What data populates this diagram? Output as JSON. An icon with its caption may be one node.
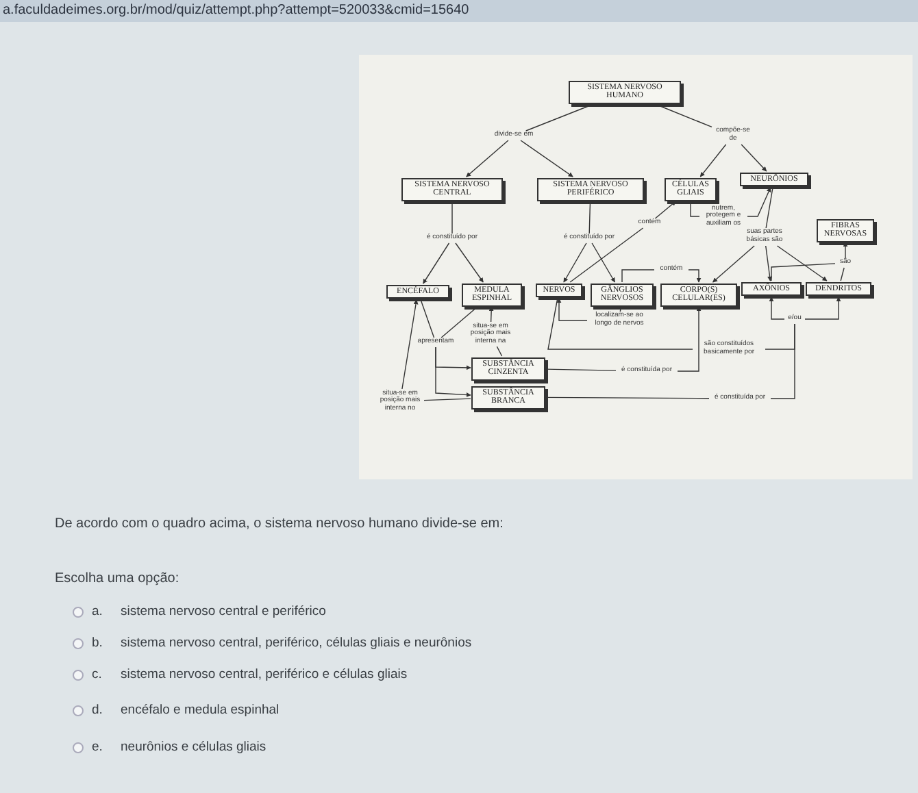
{
  "diagram": {
    "nodes": [
      {
        "text": [
          "SISTEMA NERVOSO HUMANO"
        ]
      },
      {
        "text": [
          "divide-se em"
        ]
      },
      {
        "text": [
          "compõe-se de"
        ]
      },
      {
        "text": [
          "SISTEMA NERVOSO CENTRAL"
        ]
      },
      {
        "text": [
          "SISTEMA NERVOSO PERIFÉRICO"
        ]
      },
      {
        "text": [
          "CÉLULAS GLIAIS"
        ]
      },
      {
        "text": [
          "NEURÔNIOS"
        ]
      },
      {
        "text": [
          "nutrem, protegem e auxiliam os"
        ]
      },
      {
        "text": [
          "FIBRAS NERVOSAS"
        ]
      },
      {
        "text": [
          "é constituído por"
        ]
      },
      {
        "text": [
          "é constituído por"
        ]
      },
      {
        "text": [
          "contém"
        ]
      },
      {
        "text": [
          "suas partes básicas são"
        ]
      },
      {
        "text": [
          "são"
        ]
      },
      {
        "text": [
          "ENCÉFALO"
        ]
      },
      {
        "text": [
          "MEDULA ESPINHAL"
        ]
      },
      {
        "text": [
          "NERVOS"
        ]
      },
      {
        "text": [
          "GÂNGLIOS NERVOSOS"
        ]
      },
      {
        "text": [
          "contém"
        ]
      },
      {
        "text": [
          "CORPO(S) CELULAR(ES)"
        ]
      },
      {
        "text": [
          "AXÔNIOS"
        ]
      },
      {
        "text": [
          "DENDRITOS"
        ]
      },
      {
        "text": [
          "localizam-se ao longo de nervos"
        ]
      },
      {
        "text": [
          "situa-se em posição mais interna na"
        ]
      },
      {
        "text": [
          "apresentam"
        ]
      },
      {
        "text": [
          "e/ou"
        ]
      },
      {
        "text": [
          "são constituídos basicamente por"
        ]
      },
      {
        "text": [
          "SUBSTÂNCIA CINZENTA"
        ]
      },
      {
        "text": [
          "é constituída por"
        ]
      },
      {
        "text": [
          "SUBSTÂNCIA BRANCA"
        ]
      },
      {
        "text": [
          "é constituída por"
        ]
      },
      {
        "text": [
          "situa-se em posição mais interna no"
        ]
      }
    ],
    "edges": [
      {
        "from": 0,
        "to": 1,
        "arrow": "none"
      },
      {
        "from": 1,
        "to": 3,
        "arrow": "to"
      },
      {
        "from": 1,
        "to": 4,
        "arrow": "to"
      },
      {
        "from": 0,
        "to": 2,
        "arrow": "none"
      },
      {
        "from": 2,
        "to": 5,
        "arrow": "to"
      },
      {
        "from": 2,
        "to": 6,
        "arrow": "to"
      },
      {
        "from": 5,
        "to": 7,
        "arrow": "none"
      },
      {
        "from": 7,
        "to": 6,
        "arrow": "to"
      },
      {
        "from": 3,
        "to": 9,
        "arrow": "none"
      },
      {
        "from": 9,
        "to": 14,
        "arrow": "to"
      },
      {
        "from": 9,
        "to": 15,
        "arrow": "to"
      },
      {
        "from": 4,
        "to": 10,
        "arrow": "none"
      },
      {
        "from": 10,
        "to": 16,
        "arrow": "to"
      },
      {
        "from": 10,
        "to": 17,
        "arrow": "to"
      },
      {
        "from": 16,
        "to": 11,
        "arrow": "none"
      },
      {
        "from": 11,
        "to": 5,
        "arrow": "to"
      },
      {
        "from": 6,
        "to": 12,
        "arrow": "none"
      },
      {
        "from": 12,
        "to": 19,
        "arrow": "to"
      },
      {
        "from": 12,
        "to": 20,
        "arrow": "to"
      },
      {
        "from": 12,
        "to": 21,
        "arrow": "to"
      },
      {
        "from": 20,
        "to": 13,
        "arrow": "none"
      },
      {
        "from": 21,
        "to": 13,
        "arrow": "none"
      },
      {
        "from": 13,
        "to": 8,
        "arrow": "to"
      },
      {
        "from": 17,
        "to": 18,
        "arrow": "none"
      },
      {
        "from": 18,
        "to": 19,
        "arrow": "to"
      },
      {
        "from": 17,
        "to": 22,
        "arrow": "none"
      },
      {
        "from": 22,
        "to": 16,
        "arrow": "to"
      },
      {
        "from": 27,
        "to": 23,
        "arrow": "none"
      },
      {
        "from": 23,
        "to": 15,
        "arrow": "to"
      },
      {
        "from": 14,
        "to": 24,
        "arrow": "none"
      },
      {
        "from": 15,
        "to": 24,
        "arrow": "none"
      },
      {
        "from": 24,
        "to": 27,
        "arrow": "to"
      },
      {
        "from": 24,
        "to": 29,
        "arrow": "to"
      },
      {
        "from": 25,
        "to": 20,
        "arrow": "to"
      },
      {
        "from": 25,
        "to": 21,
        "arrow": "to"
      },
      {
        "from": 16,
        "to": 26,
        "arrow": "none"
      },
      {
        "from": 26,
        "to": 25,
        "arrow": "none"
      },
      {
        "from": 27,
        "to": 28,
        "arrow": "none"
      },
      {
        "from": 28,
        "to": 19,
        "arrow": "to"
      },
      {
        "from": 29,
        "to": 30,
        "arrow": "none"
      },
      {
        "from": 30,
        "to": 25,
        "arrow": "none"
      },
      {
        "from": 29,
        "to": 31,
        "arrow": "none"
      },
      {
        "from": 31,
        "to": 14,
        "arrow": "to"
      }
    ],
    "labels": [
      "a.faculdadeimes.org.br/mod/quiz/attempt.php?attempt=520033&cmid=15640",
      "De acordo com  o quadro acima, o sistema nervoso humano divide-se em:",
      "Escolha uma opção:",
      "a.",
      "sistema nervoso central e periférico",
      "b.",
      "sistema nervoso central, periférico, células gliais e neurônios",
      "c.",
      "sistema nervoso central, periférico e células gliais",
      "d.",
      "encéfalo e medula espinhal",
      "e.",
      "neurônios e células gliais"
    ]
  }
}
